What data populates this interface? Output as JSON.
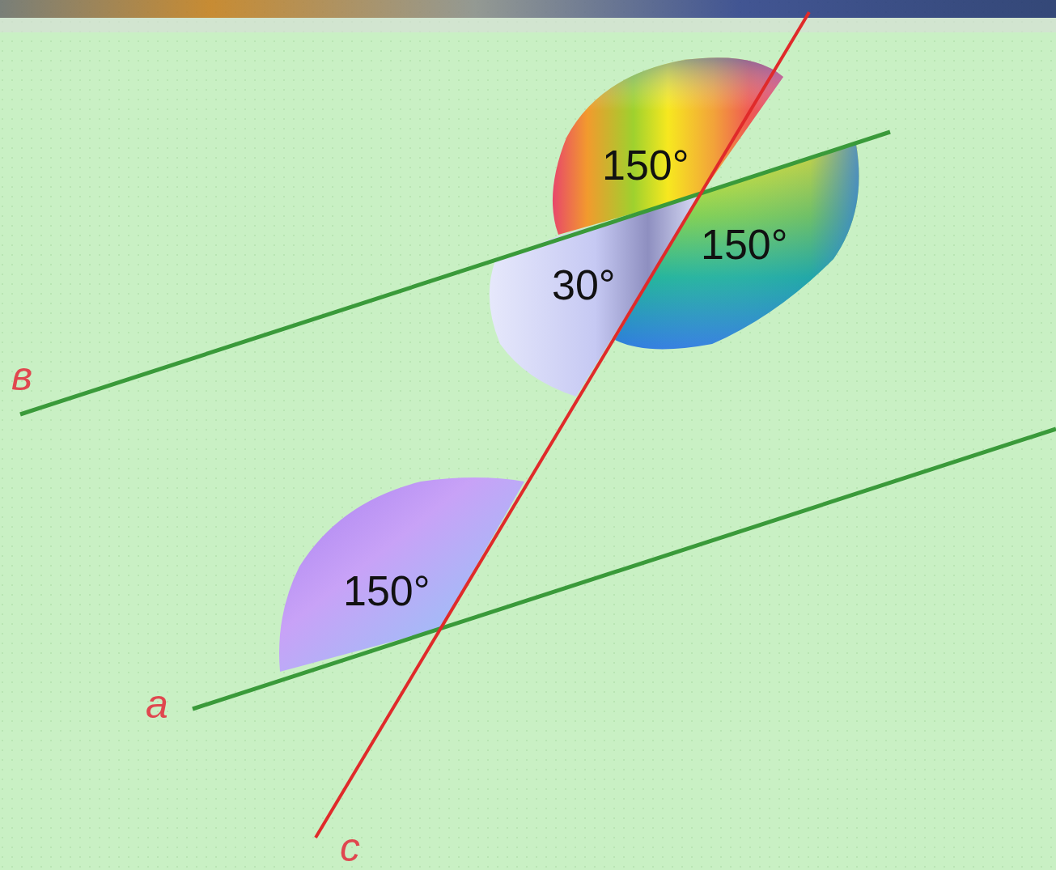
{
  "diagram": {
    "labels": [
      "150°",
      "150°",
      "30°",
      "150°",
      "в",
      "a",
      "c"
    ]
  }
}
